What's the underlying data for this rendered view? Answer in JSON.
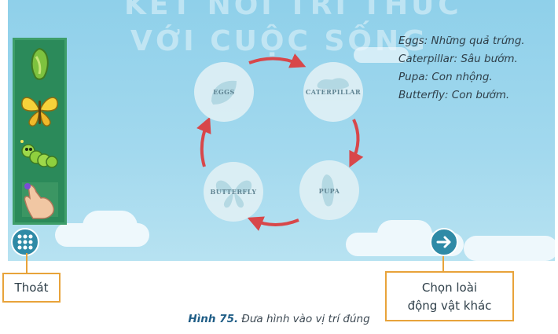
{
  "watermark": {
    "line1": "KẾT NỐI TRI THỨC",
    "line2": "VỚI CUỘC SỐNG"
  },
  "sidebar": {
    "items": [
      {
        "name": "chrysalis",
        "icon": "chrysalis-icon"
      },
      {
        "name": "butterfly",
        "icon": "butterfly-icon"
      },
      {
        "name": "caterpillar",
        "icon": "caterpillar-icon"
      },
      {
        "name": "hand",
        "icon": "hand-pointer-icon"
      }
    ]
  },
  "cycle": {
    "eggs": "EGGS",
    "caterpillar": "CATERPILLAR",
    "pupa": "PUPA",
    "butterfly": "BUTTERFLY"
  },
  "legend": [
    "Eggs: Những quả trứng.",
    "Caterpillar: Sâu bướm.",
    "Pupa: Con nhộng.",
    "Butterfly: Con bướm."
  ],
  "buttons": {
    "menu_icon": "grid-icon",
    "next_icon": "arrow-right-icon"
  },
  "callouts": {
    "exit": "Thoát",
    "next_line1": "Chọn loài",
    "next_line2": "động vật khác"
  },
  "caption": {
    "label": "Hình 75.",
    "text": " Đưa hình vào vị trí đúng"
  },
  "colors": {
    "sky": "#a3d9ee",
    "sidebar": "#2b8a5a",
    "arrow": "#d8474a",
    "callout_border": "#e8a33a",
    "button": "#2f8aa6"
  }
}
